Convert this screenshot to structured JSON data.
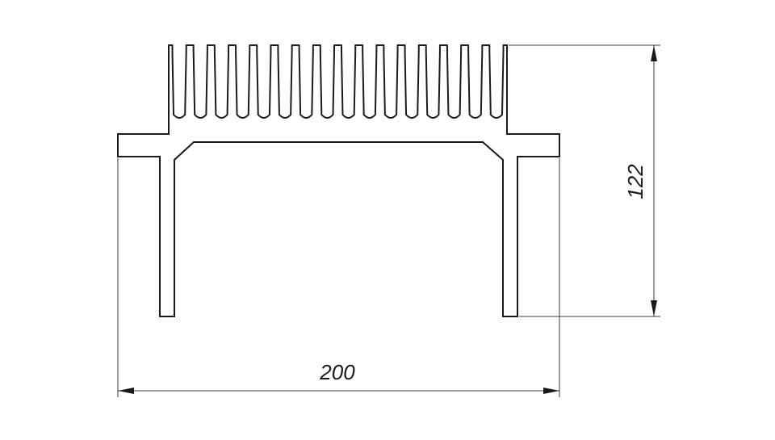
{
  "drawing": {
    "fin_count": 17,
    "dimensions": {
      "width_label": "200",
      "height_label": "122"
    }
  }
}
